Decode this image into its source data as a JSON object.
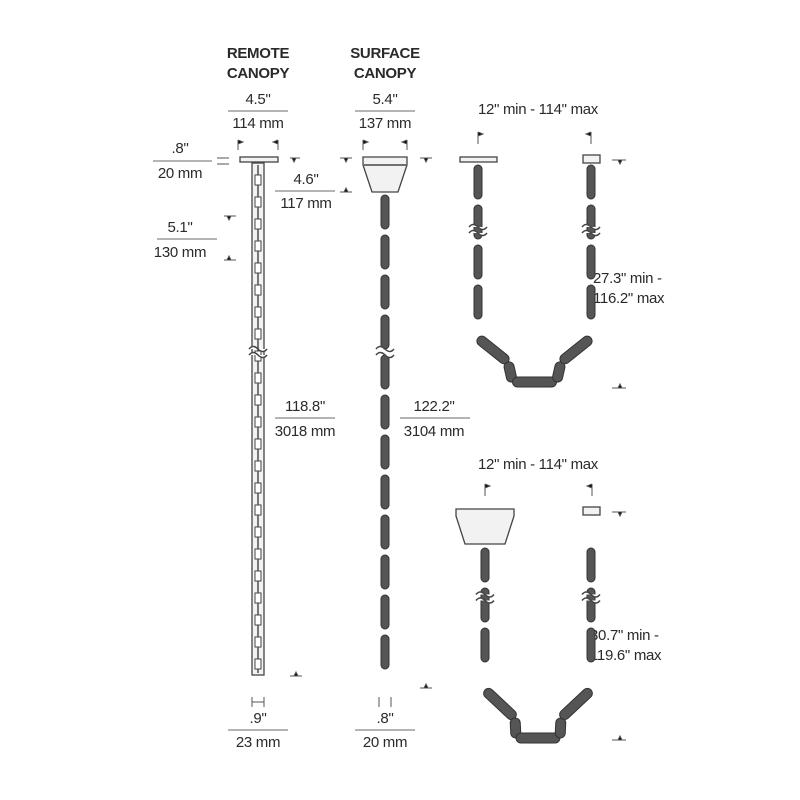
{
  "remote": {
    "title_line1": "REMOTE",
    "title_line2": "CANOPY",
    "width_in": "4.5\"",
    "width_mm": "114 mm",
    "canopy_height_in": ".8\"",
    "canopy_height_mm": "20 mm",
    "offset_in": "5.1\"",
    "offset_mm": "130 mm",
    "length_in": "118.8\"",
    "length_mm": "3018 mm",
    "diameter_in": ".9\"",
    "diameter_mm": "23 mm"
  },
  "surface": {
    "title_line1": "SURFACE",
    "title_line2": "CANOPY",
    "width_in": "5.4\"",
    "width_mm": "137 mm",
    "canopy_height_in": "4.6\"",
    "canopy_height_mm": "117 mm",
    "length_in": "122.2\"",
    "length_mm": "3104 mm",
    "diameter_in": ".8\"",
    "diameter_mm": "20 mm"
  },
  "u_remote": {
    "span": "12\" min - 114\" max",
    "drop_line1": "27.3\" min -",
    "drop_line2": "116.2\" max"
  },
  "u_surface": {
    "span": "12\" min - 114\" max",
    "drop_line1": "30.7\" min -",
    "drop_line2": "119.6\" max"
  }
}
